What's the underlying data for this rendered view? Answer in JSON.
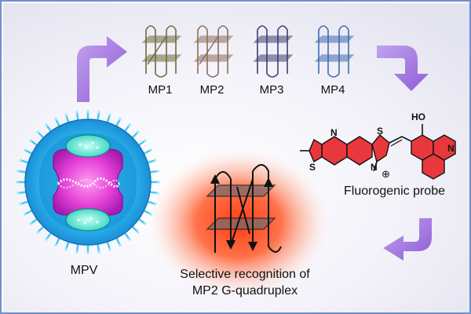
{
  "quadruplexes": [
    {
      "label": "MP1",
      "color": "#6b6b3a"
    },
    {
      "label": "MP2",
      "color": "#8a6e58"
    },
    {
      "label": "MP3",
      "color": "#3f3d6e"
    },
    {
      "label": "MP4",
      "color": "#3f6cae"
    }
  ],
  "virus": {
    "label": "MPV"
  },
  "probe": {
    "label": "Fluorogenic probe",
    "atoms": {
      "n_top": "N",
      "s_top": "S",
      "s_left": "S",
      "n_plus": "N",
      "charge": "⊕",
      "hydroxyl": "HO",
      "n_ring": "N"
    },
    "ring_color": "#e8383d"
  },
  "recognition": {
    "line1": "Selective recognition of",
    "line2": "MP2 G-quadruplex"
  },
  "colors": {
    "arrow": "#a276d8",
    "glow": "#ff4a22",
    "border": "#6f8fc7"
  }
}
